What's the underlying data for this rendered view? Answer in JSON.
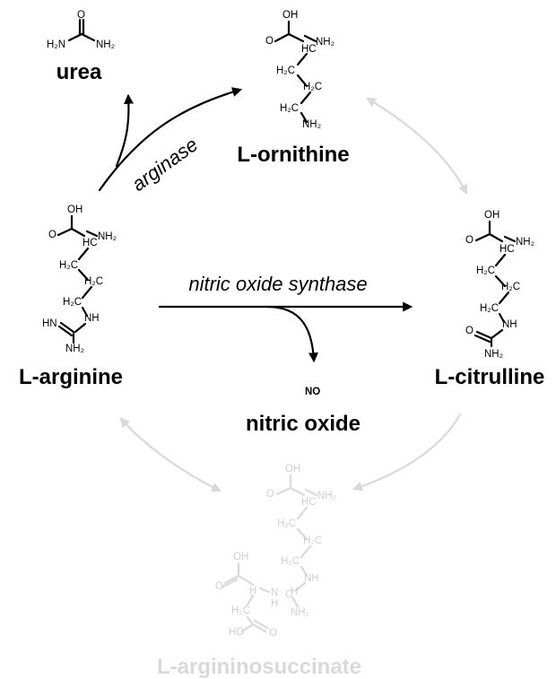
{
  "compounds": {
    "urea": "urea",
    "ornithine": "L-ornithine",
    "arginine": "L-arginine",
    "citrulline": "L-citrulline",
    "nitric_oxide": "nitric oxide",
    "argininosuccinate": "L-argininosuccinate"
  },
  "enzymes": {
    "arginase": "arginase",
    "nos": "nitric oxide synthase"
  },
  "atoms": {
    "O": "O",
    "OH": "OH",
    "HO": "HO",
    "NH2": "NH₂",
    "H2N": "H₂N",
    "H2C": "H₂C",
    "HC": "HC",
    "NH": "NH",
    "N": "N",
    "H": "H",
    "HN": "HN",
    "C": "C",
    "NO": "NO"
  },
  "colors": {
    "main": "#000000",
    "faded_arrow": "#d9d9d9",
    "faded_text": "#cfcfcf"
  }
}
